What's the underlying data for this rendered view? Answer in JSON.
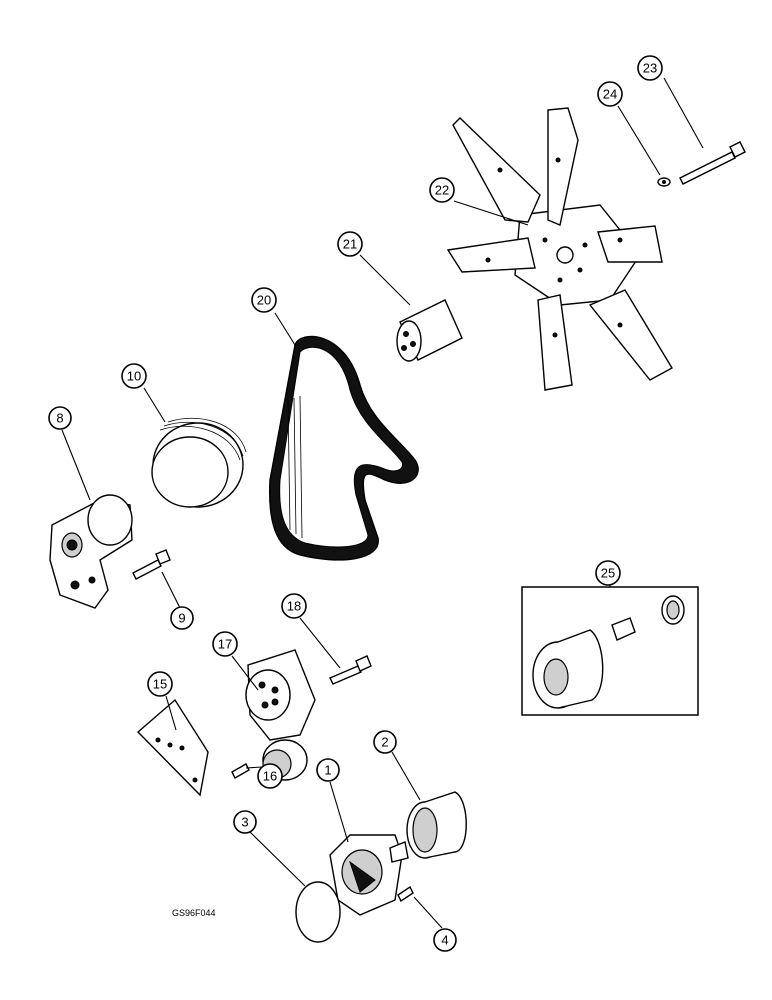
{
  "figure_code": "GS96F044",
  "callouts": {
    "c1": "1",
    "c2": "2",
    "c3": "3",
    "c4": "4",
    "c8": "8",
    "c9": "9",
    "c10": "10",
    "c15": "15",
    "c16": "16",
    "c17": "17",
    "c18": "18",
    "c20": "20",
    "c21": "21",
    "c22": "22",
    "c23": "23",
    "c24": "24",
    "c25": "25"
  }
}
